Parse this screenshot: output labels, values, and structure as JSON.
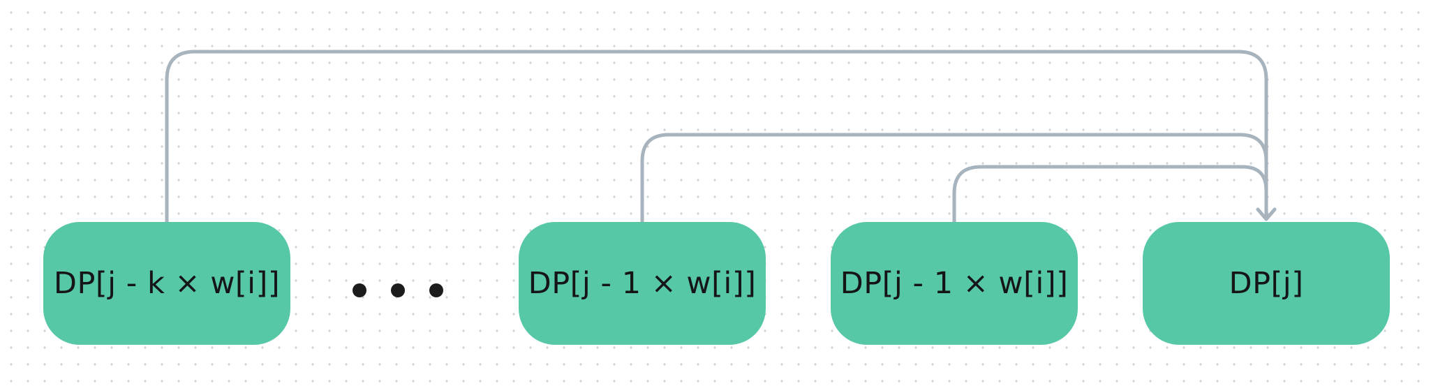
{
  "nodes": [
    {
      "label": "DP[j - k × w[i]]"
    },
    {
      "label": "DP[j - 1 × w[i]]"
    },
    {
      "label": "DP[j - 1 × w[i]]"
    },
    {
      "label": "DP[j]"
    }
  ],
  "colors": {
    "node_fill": "#56c8a6",
    "connector": "#a7b3bd",
    "grid_dot": "#cfd4d9",
    "ellipsis_dot": "#1c1c1c"
  }
}
